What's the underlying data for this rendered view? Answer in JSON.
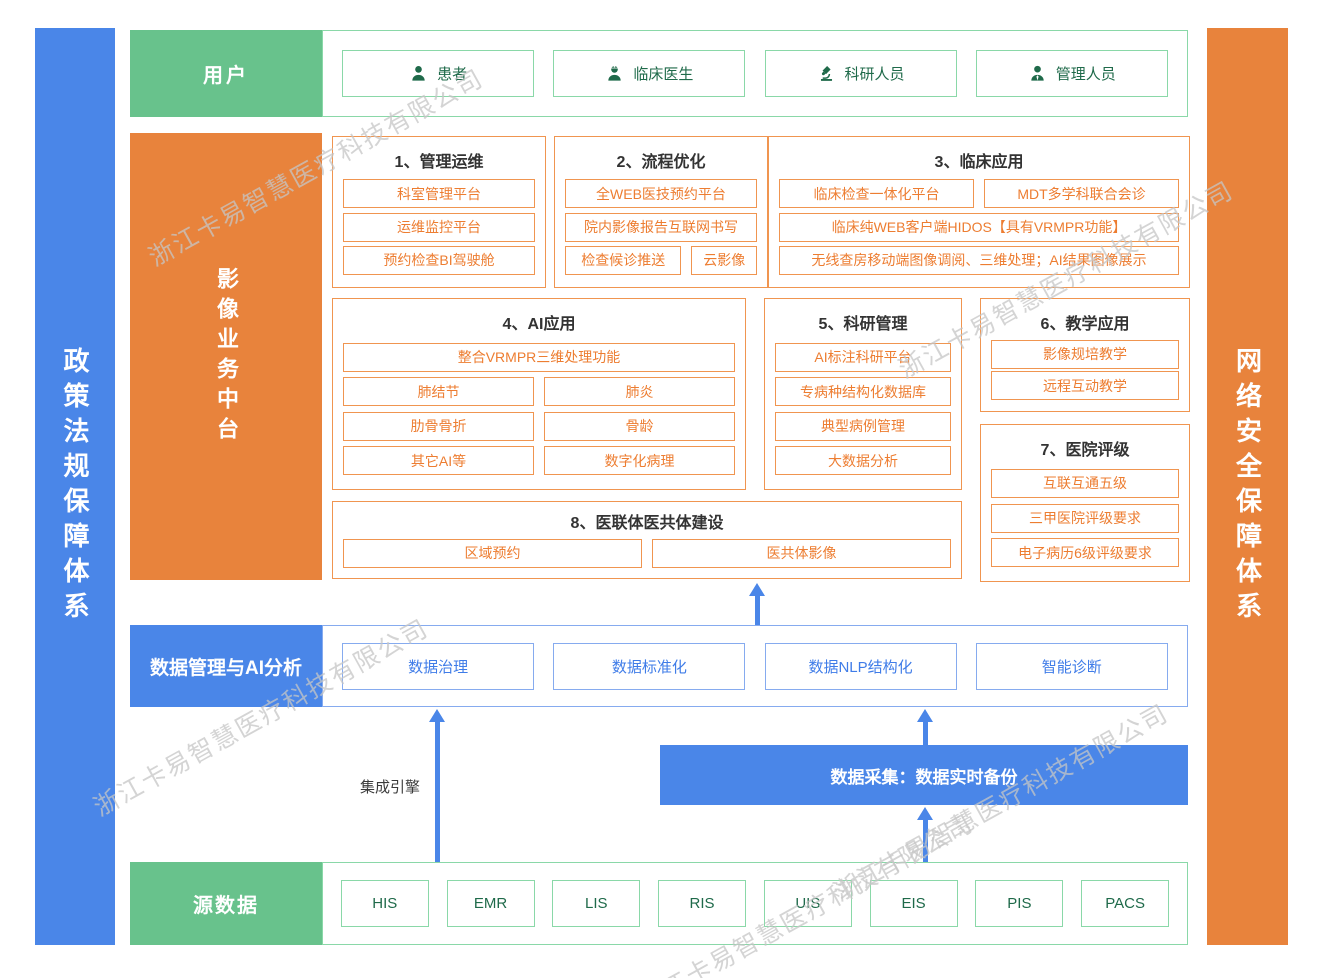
{
  "watermark": {
    "text": "浙江卡易智慧医疗科技有限公司"
  },
  "colors": {
    "blue": "#4a86e8",
    "orange": "#e8833c",
    "green": "#68c28c",
    "orange_text": "#ed7d31",
    "green_text": "#1f6a4a",
    "blue_text": "#3f7ce8"
  },
  "left_bar": {
    "label": "政策法规保障体系"
  },
  "right_bar": {
    "label": "网络安全保障体系"
  },
  "users": {
    "label": "用户",
    "items": [
      {
        "label": "患者",
        "icon": "patient-icon"
      },
      {
        "label": "临床医生",
        "icon": "doctor-icon"
      },
      {
        "label": "科研人员",
        "icon": "researcher-icon"
      },
      {
        "label": "管理人员",
        "icon": "manager-icon"
      }
    ]
  },
  "platform": {
    "label": "影像业务中台",
    "sections": [
      {
        "title": "1、管理运维",
        "rows": [
          [
            "科室管理平台"
          ],
          [
            "运维监控平台"
          ],
          [
            "预约检查BI驾驶舱"
          ]
        ]
      },
      {
        "title": "2、流程优化",
        "rows": [
          [
            "全WEB医技预约平台"
          ],
          [
            "院内影像报告互联网书写"
          ],
          [
            "检查候诊推送",
            "云影像"
          ]
        ]
      },
      {
        "title": "3、临床应用",
        "rows": [
          [
            "临床检查一体化平台",
            "MDT多学科联合会诊"
          ],
          [
            "临床纯WEB客户端HIDOS【具有VRMPR功能】"
          ],
          [
            "无线查房移动端图像调阅、三维处理；AI结果图像展示"
          ]
        ]
      },
      {
        "title": "4、AI应用",
        "rows": [
          [
            "整合VRMPR三维处理功能"
          ],
          [
            "肺结节",
            "肺炎"
          ],
          [
            "肋骨骨折",
            "骨龄"
          ],
          [
            "其它AI等",
            "数字化病理"
          ]
        ]
      },
      {
        "title": "5、科研管理",
        "rows": [
          [
            "AI标注科研平台"
          ],
          [
            "专病种结构化数据库"
          ],
          [
            "典型病例管理"
          ],
          [
            "大数据分析"
          ]
        ]
      },
      {
        "title": "6、教学应用",
        "rows": [
          [
            "影像规培教学"
          ],
          [
            "远程互动教学"
          ]
        ]
      },
      {
        "title": "7、医院评级",
        "rows": [
          [
            "互联互通五级"
          ],
          [
            "三甲医院评级要求"
          ],
          [
            "电子病历6级评级要求"
          ]
        ]
      },
      {
        "title": "8、医联体医共体建设",
        "rows": [
          [
            "区域预约",
            "医共体影像"
          ]
        ]
      }
    ]
  },
  "data_mgmt": {
    "label": "数据管理与AI分析",
    "items": [
      "数据治理",
      "数据标准化",
      "数据NLP结构化",
      "智能诊断"
    ]
  },
  "flow": {
    "integration_engine": "集成引擎",
    "data_collection": "数据采集：数据实时备份"
  },
  "source": {
    "label": "源数据",
    "systems": [
      "HIS",
      "EMR",
      "LIS",
      "RIS",
      "UIS",
      "EIS",
      "PIS",
      "PACS"
    ]
  }
}
